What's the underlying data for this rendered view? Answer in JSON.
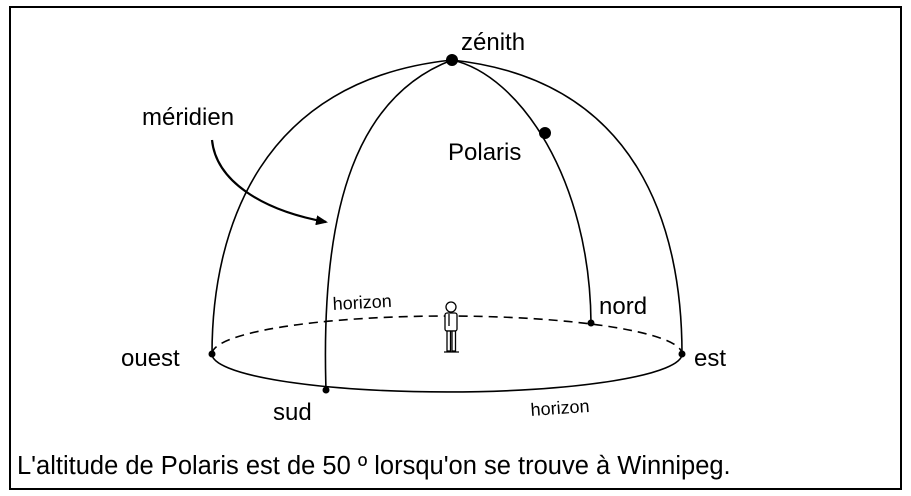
{
  "labels": {
    "zenith": "zénith",
    "meridian": "méridien",
    "polaris": "Polaris",
    "north": "nord",
    "south": "sud",
    "east": "est",
    "west": "ouest",
    "horizon_back": "horizon",
    "horizon_front": "horizon"
  },
  "caption": "L'altitude de Polaris est de 50 º lorsqu'on se trouve à Winnipeg.",
  "colors": {
    "line": "#000000",
    "background": "#ffffff"
  }
}
